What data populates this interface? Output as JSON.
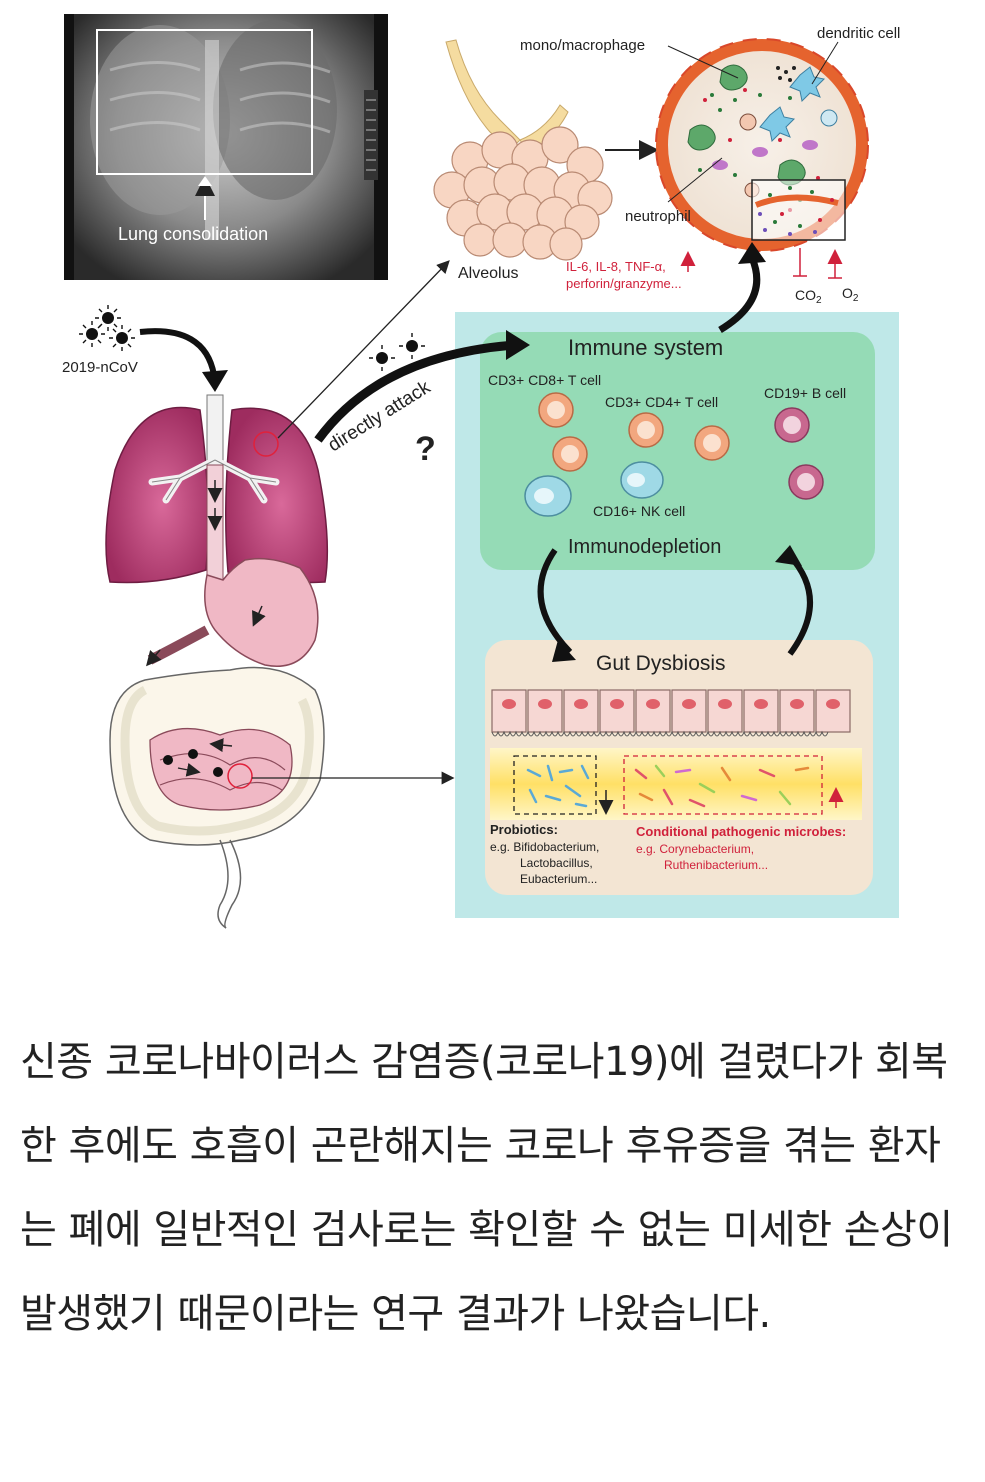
{
  "figure": {
    "xray_label": "Lung consolidation",
    "alveolus_label": "Alveolus",
    "virus_label": "2019-nCoV",
    "attack_label": "directly attack",
    "question_mark": "?",
    "alveolar_sac": {
      "mono_macrophage": "mono/macrophage",
      "dendritic_cell": "dendritic cell",
      "neutrophil": "neutrophil",
      "cytokines_line1": "IL-6, IL-8, TNF-α,",
      "cytokines_line2": "perforin/granzyme...",
      "co2": "CO",
      "co2_sub": "2",
      "o2": "O",
      "o2_sub": "2"
    },
    "immune": {
      "title": "Immune system",
      "cd8": "CD3+ CD8+ T cell",
      "cd4": "CD3+ CD4+ T cell",
      "b_cell": "CD19+ B cell",
      "nk_cell": "CD16+  NK cell",
      "depletion": "Immunodepletion"
    },
    "gut": {
      "title": "Gut Dysbiosis",
      "probiotics_title": "Probiotics:",
      "probiotics_line1": "e.g. Bifidobacterium,",
      "probiotics_line2": "Lactobacillus,",
      "probiotics_line3": "Eubacterium...",
      "pathogenic_title": "Conditional pathogenic microbes:",
      "pathogenic_line1": "e.g. Corynebacterium,",
      "pathogenic_line2": "Ruthenibacterium..."
    },
    "colors": {
      "lung": "#a33265",
      "teal_panel": "#bfe8e8",
      "immune_panel": "#95dbb6",
      "gut_panel": "#f3e5d3",
      "pathogen_red": "#d0213b",
      "cell_orange": "#f2a77f",
      "b_cell": "#c8688f",
      "nk_cell": "#9fd9e6"
    }
  },
  "article": {
    "paragraph": "신종 코로나바이러스 감염증(코로나19)에 걸렸다가 회복한 후에도 호흡이 곤란해지는 코로나 후유증을 겪는 환자는 폐에 일반적인 검사로는 확인할 수 없는 미세한 손상이 발생했기 때문이라는 연구 결과가 나왔습니다."
  }
}
